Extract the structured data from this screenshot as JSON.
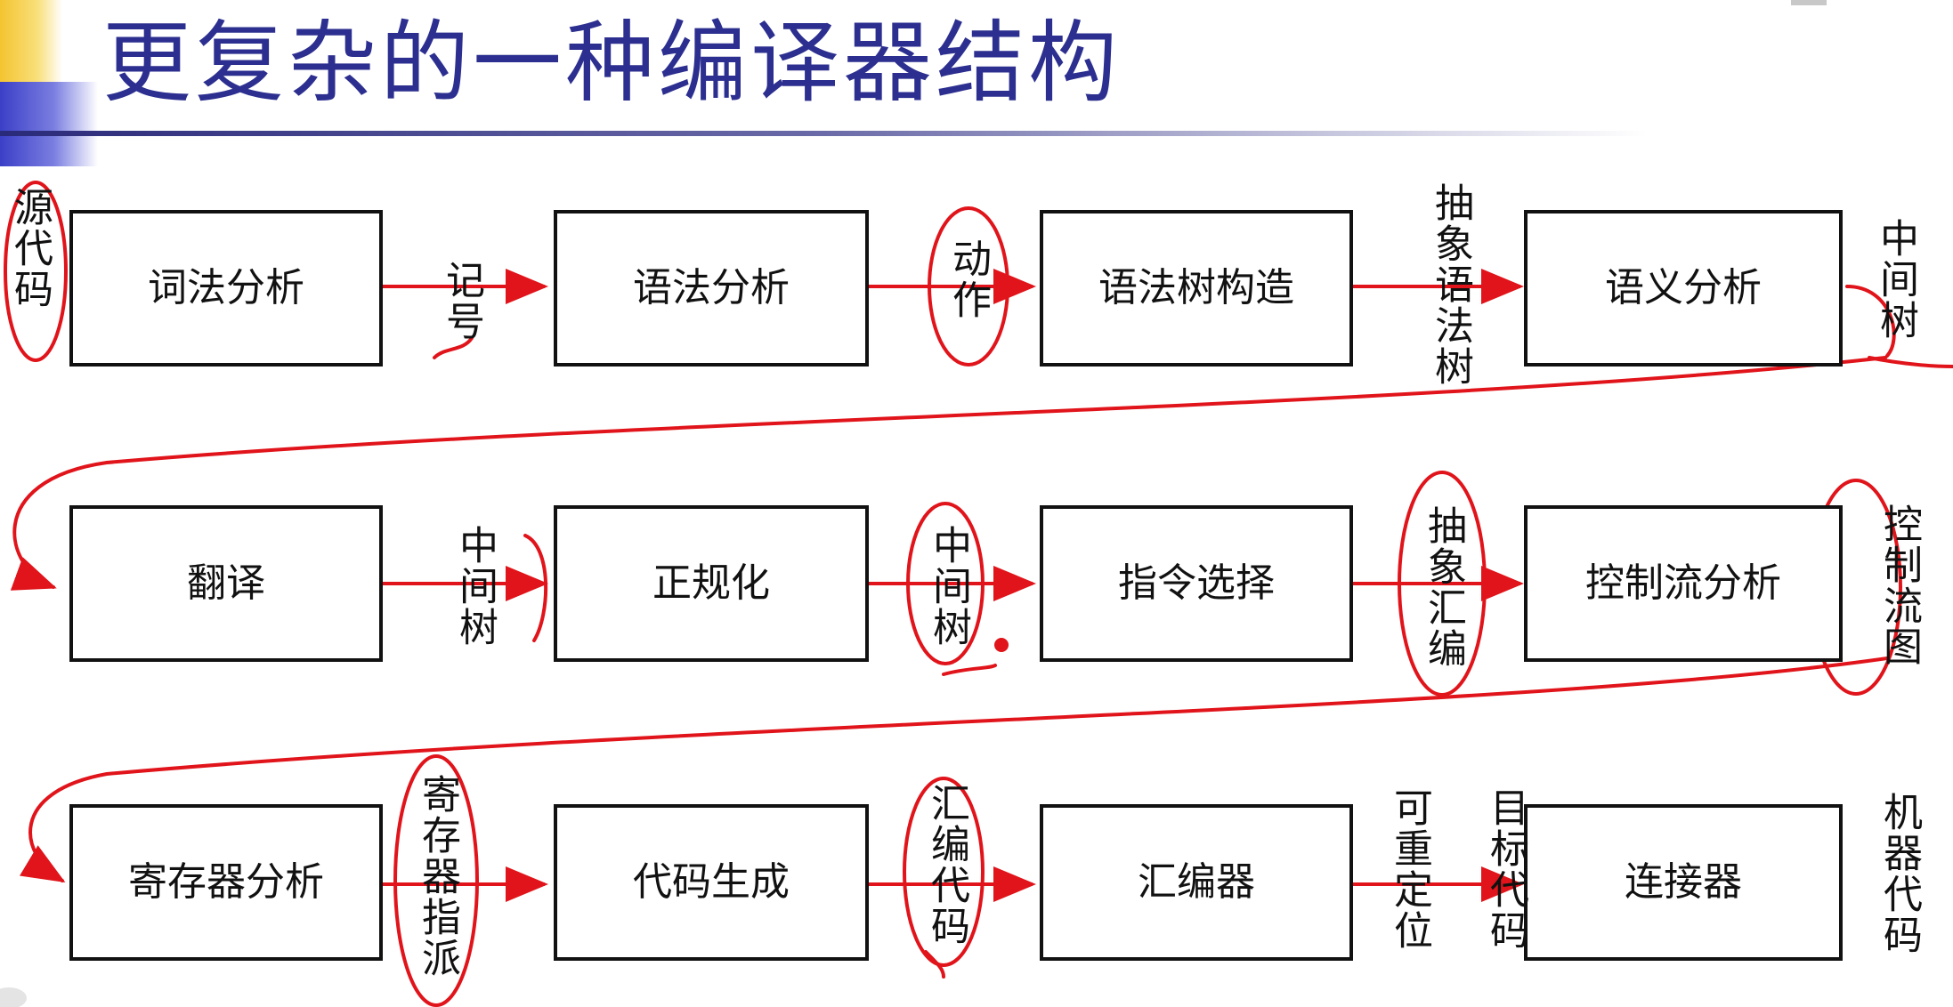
{
  "title": "更复杂的一种编译器结构",
  "rows": [
    {
      "boxes": [
        "词法分析",
        "语法分析",
        "语法树构造",
        "语义分析"
      ],
      "edge_labels": [
        "源代码",
        "记号",
        "动作",
        "抽象语法树",
        "中间树"
      ]
    },
    {
      "boxes": [
        "翻译",
        "正规化",
        "指令选择",
        "控制流分析"
      ],
      "edge_labels": [
        "中间树",
        "中间树",
        "抽象汇编",
        "控制流图"
      ]
    },
    {
      "boxes": [
        "寄存器分析",
        "代码生成",
        "汇编器",
        "连接器"
      ],
      "edge_labels": [
        "寄存器指派",
        "汇编代码",
        "可重定位",
        "目标代码",
        "机器代码"
      ]
    }
  ],
  "colors": {
    "title": "#2c2f8f",
    "annotation": "#e0141a",
    "box_border": "#111111"
  }
}
